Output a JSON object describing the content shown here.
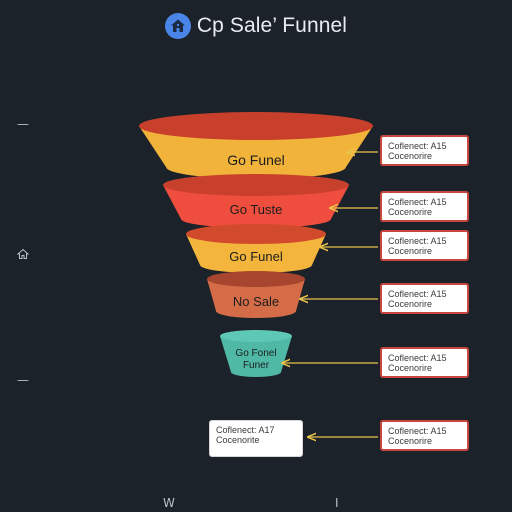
{
  "title": "Cp Sale’ Funnel",
  "title_icon": "home-icon",
  "colors": {
    "background": "#1c2229",
    "title_icon_bg": "#4a86e8",
    "arrow": "#e8c24a",
    "callout_border": "#c9453f"
  },
  "side_icons": [
    "minus-icon",
    "home-outline-icon",
    "minus-icon"
  ],
  "stages": [
    {
      "label": "Go Funel",
      "color": "#f2b33a",
      "top_color": "#c8402c"
    },
    {
      "label": "Go Tuste",
      "color": "#ef4d3d",
      "top_color": "#c8402c"
    },
    {
      "label": "Go Funel",
      "color": "#f4b53c",
      "top_color": "#d24a2c"
    },
    {
      "label": "No Sale",
      "color": "#d46c48",
      "top_color": "#a8452f"
    },
    {
      "label": "Go Fonel",
      "label2": "Funer",
      "color": "#4fb9a6",
      "top_color": "#5ec8b6"
    }
  ],
  "callouts": [
    {
      "line1": "Coflenect: A15",
      "line2": "Cocenorire"
    },
    {
      "line1": "Coflenect: A15",
      "line2": "Cocenorire"
    },
    {
      "line1": "Coflenect: A15",
      "line2": "Cocenorire"
    },
    {
      "line1": "Coflenect: A15",
      "line2": "Cocenorire"
    },
    {
      "line1": "Coflenect: A15",
      "line2": "Cocenorire"
    },
    {
      "line1": "Coflenect: A15",
      "line2": "Cocenorire"
    }
  ],
  "left_note": {
    "line1": "Coflenect: A17",
    "line2": "Cocenorite"
  },
  "bottom_marks": [
    "W",
    "I"
  ]
}
